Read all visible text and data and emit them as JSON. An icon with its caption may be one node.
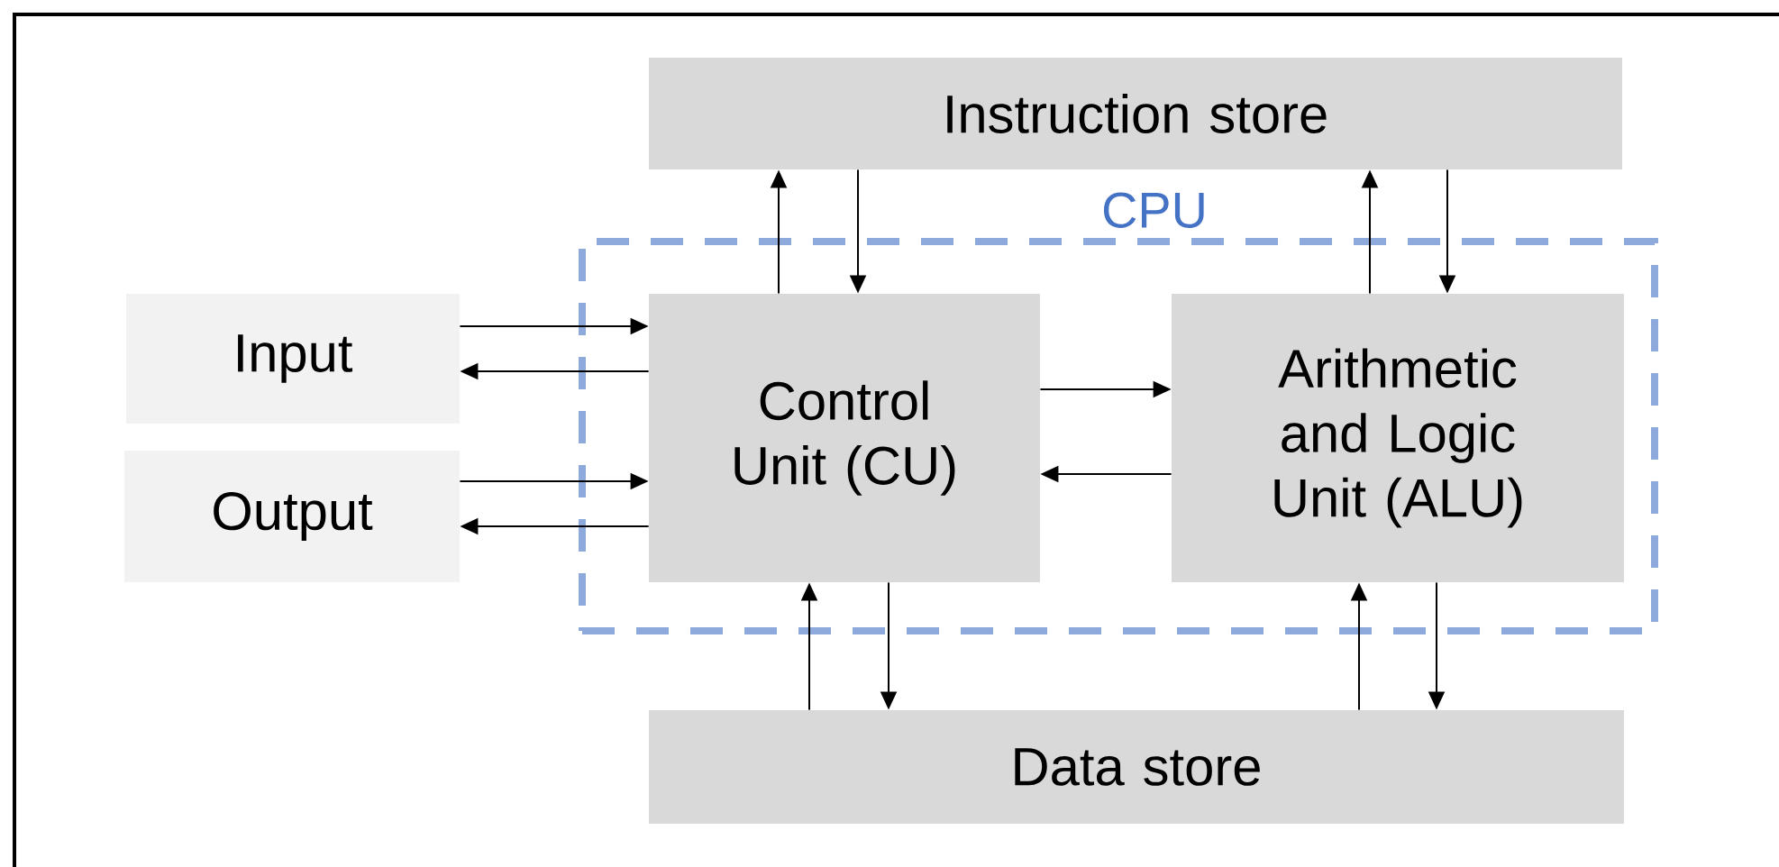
{
  "diagram": {
    "nodes": [
      {
        "text": [
          "Instruction store"
        ]
      },
      {
        "text": [
          "CPU"
        ]
      },
      {
        "text": [
          "Input"
        ]
      },
      {
        "text": [
          "Output"
        ]
      },
      {
        "text": [
          "Control Unit (CU)"
        ],
        "in": 1
      },
      {
        "text": [
          "Arithmetic and Logic Unit (ALU)"
        ],
        "in": 1
      },
      {
        "text": [
          "Data store"
        ]
      }
    ],
    "edges": [
      {
        "from": 4,
        "to": 0,
        "arrow": "to"
      },
      {
        "from": 0,
        "to": 4,
        "arrow": "to"
      },
      {
        "from": 5,
        "to": 0,
        "arrow": "to"
      },
      {
        "from": 0,
        "to": 5,
        "arrow": "to"
      },
      {
        "from": 2,
        "to": 4,
        "arrow": "to"
      },
      {
        "from": 4,
        "to": 2,
        "arrow": "to"
      },
      {
        "from": 3,
        "to": 4,
        "arrow": "to"
      },
      {
        "from": 4,
        "to": 3,
        "arrow": "to"
      },
      {
        "from": 4,
        "to": 5,
        "arrow": "to"
      },
      {
        "from": 5,
        "to": 4,
        "arrow": "to"
      },
      {
        "from": 6,
        "to": 4,
        "arrow": "to"
      },
      {
        "from": 4,
        "to": 6,
        "arrow": "to"
      },
      {
        "from": 6,
        "to": 5,
        "arrow": "to"
      },
      {
        "from": 5,
        "to": 6,
        "arrow": "to"
      }
    ]
  }
}
